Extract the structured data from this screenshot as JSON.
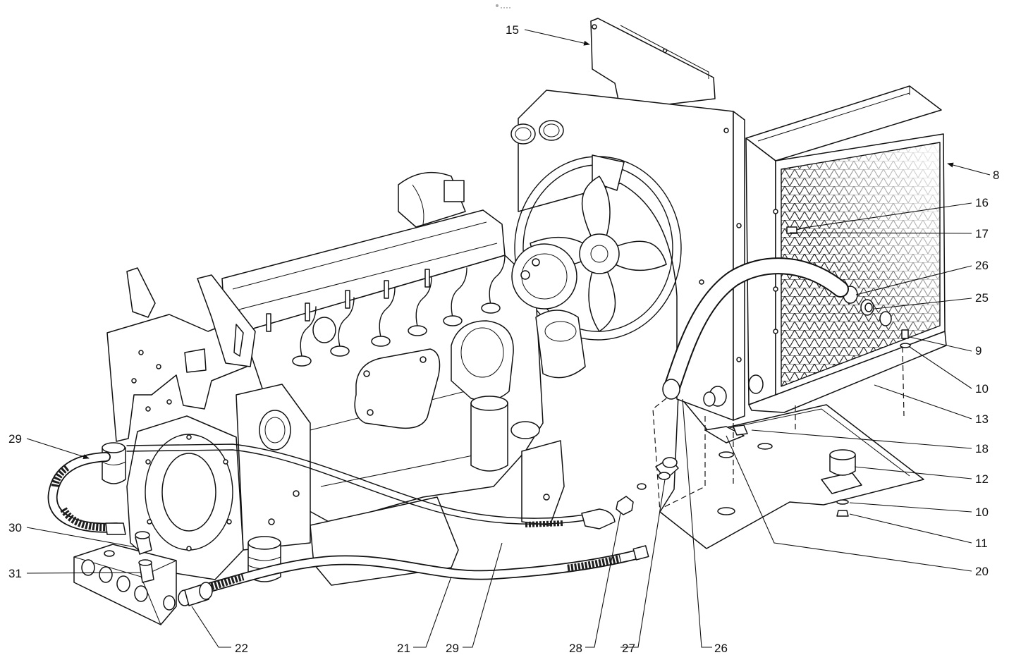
{
  "diagram": {
    "callouts": [
      "15",
      "8",
      "16",
      "17",
      "26",
      "25",
      "9",
      "10",
      "13",
      "18",
      "12",
      "10",
      "11",
      "20",
      "26",
      "27",
      "28",
      "29",
      "21",
      "22",
      "29",
      "30",
      "31"
    ]
  },
  "colors": {
    "ink": "#111111",
    "background": "#ffffff"
  }
}
